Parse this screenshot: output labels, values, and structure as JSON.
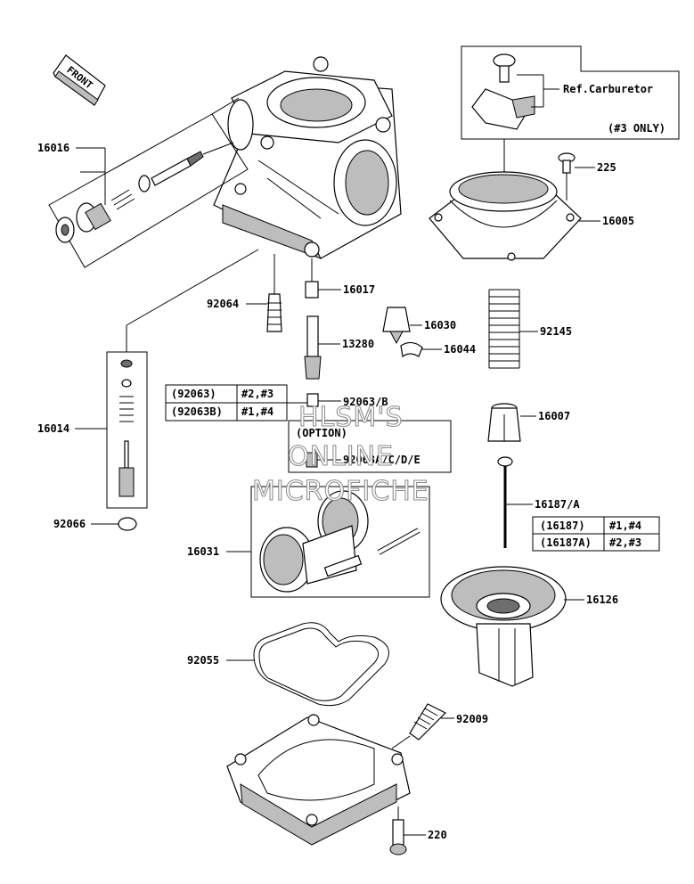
{
  "front_marker": "FRONT",
  "ref": {
    "title": "Ref.Carburetor",
    "note": "(#3 ONLY)"
  },
  "parts": {
    "p16016": "16016",
    "p16014": "16014",
    "p92066": "92066",
    "p92064": "92064",
    "p16017": "16017",
    "p16030": "16030",
    "p13280": "13280",
    "p16044": "16044",
    "p92063b": "92063/B",
    "p92063a": "92063A/C/D/E",
    "p16031": "16031",
    "p92055": "92055",
    "p92009": "92009",
    "p220": "220",
    "p225": "225",
    "p16005": "16005",
    "p92145": "92145",
    "p16007": "16007",
    "p16187": "16187/A",
    "p16126": "16126"
  },
  "option_label": "(OPTION)",
  "table_92063": [
    [
      "(92063)",
      "#2,#3"
    ],
    [
      "(92063B)",
      "#1,#4"
    ]
  ],
  "table_16187": [
    [
      "(16187)",
      "#1,#4"
    ],
    [
      "(16187A)",
      "#2,#3"
    ]
  ],
  "watermark": [
    "HLSM'S",
    "ONLINE",
    "MICROFICHE"
  ]
}
